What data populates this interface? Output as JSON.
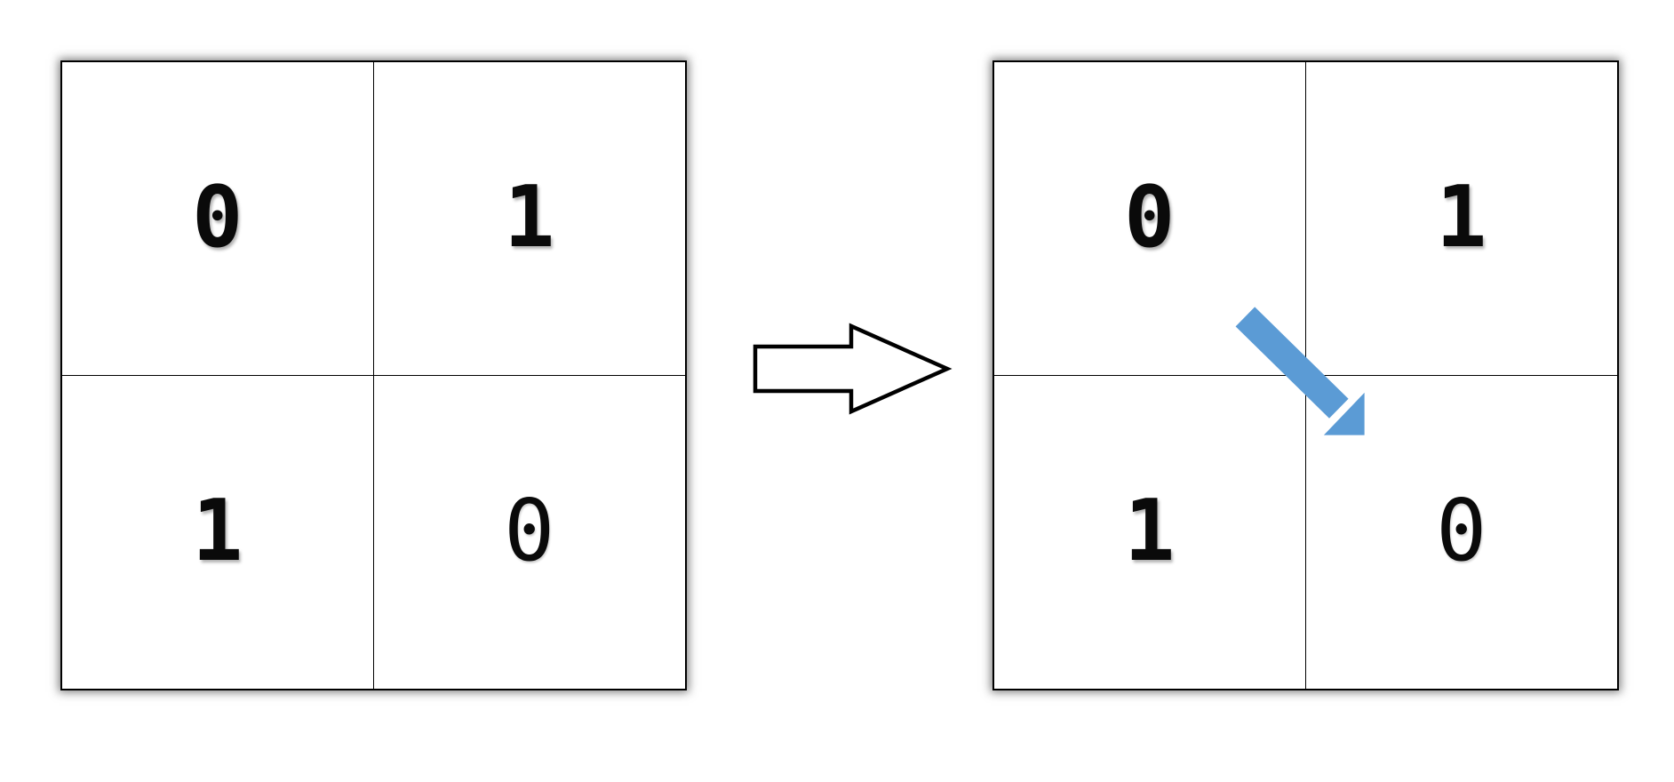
{
  "colors": {
    "background": "#ffffff",
    "grid_line": "#000000",
    "digit": "#0a0a0a",
    "transform_arrow_fill": "#ffffff",
    "transform_arrow_stroke": "#000000",
    "swap_arrow": "#5b9bd5"
  },
  "icons": {
    "transform_arrow": "right-block-arrow",
    "swap_arrow": "diagonal-down-right-arrow"
  },
  "matrix_before": {
    "cells": [
      "0",
      "1",
      "1",
      "0"
    ]
  },
  "matrix_after": {
    "cells": [
      "0",
      "1",
      "1",
      "0"
    ]
  }
}
